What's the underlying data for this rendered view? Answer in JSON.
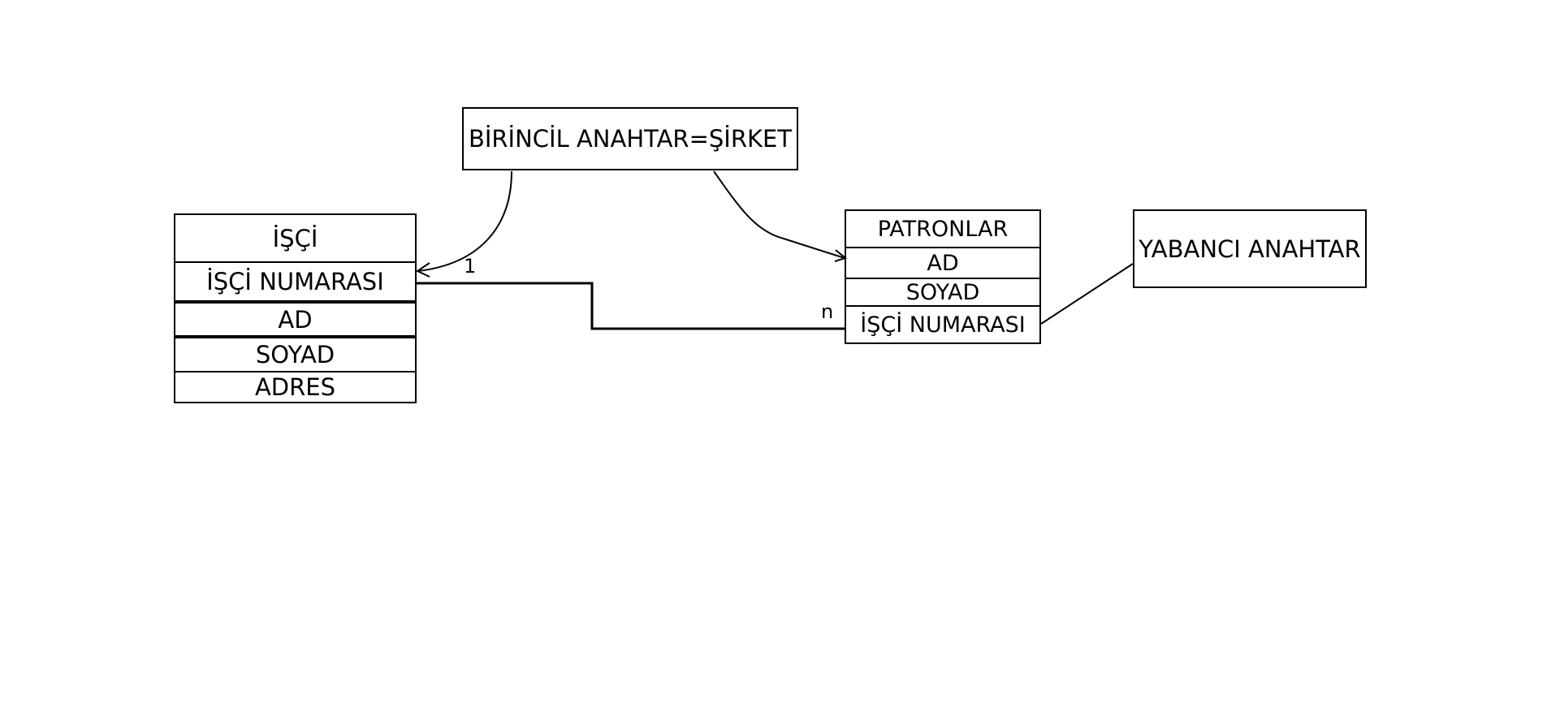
{
  "primary_key_box": {
    "text": "BİRİNCİL ANAHTAR=ŞİRKET"
  },
  "foreign_key_box": {
    "text": "YABANCI ANAHTAR"
  },
  "isci_table": {
    "title": "İŞÇİ",
    "fields": [
      "İŞÇİ NUMARASI",
      "AD",
      "SOYAD",
      "ADRES"
    ]
  },
  "patronlar_table": {
    "title": "PATRONLAR",
    "fields": [
      "AD",
      "SOYAD",
      "İŞÇİ NUMARASI"
    ]
  },
  "relationship": {
    "one_label": "1",
    "many_label": "n"
  }
}
